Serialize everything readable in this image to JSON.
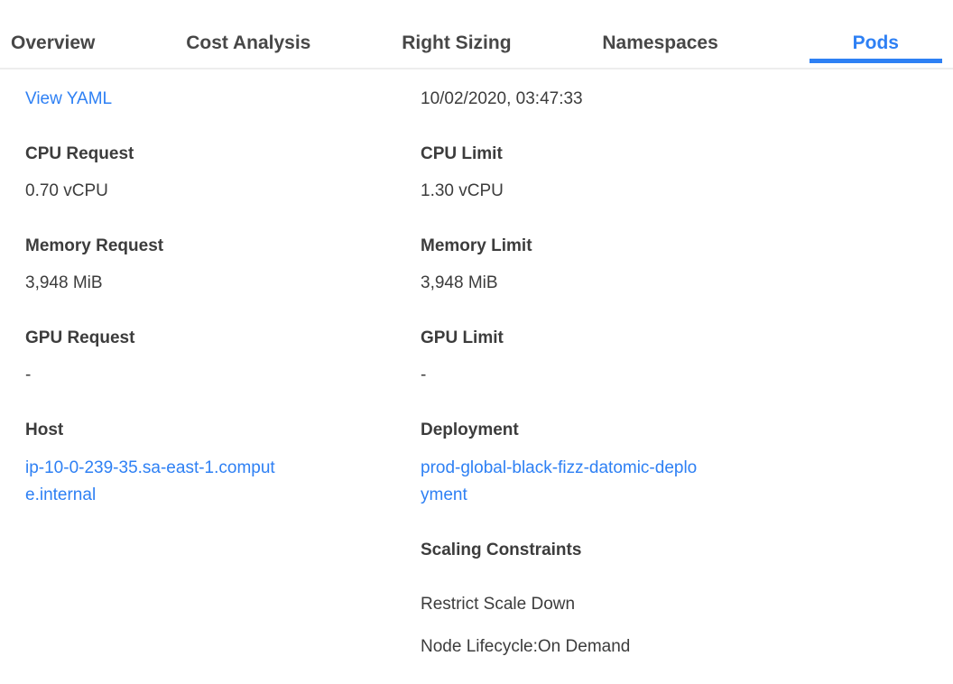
{
  "colors": {
    "accent": "#2e80f4",
    "text": "#3c3c3c",
    "tab_text": "#474747",
    "divider": "#ededed"
  },
  "tabs": [
    {
      "label": "Overview",
      "active": false
    },
    {
      "label": "Cost Analysis",
      "active": false
    },
    {
      "label": "Right Sizing",
      "active": false
    },
    {
      "label": "Namespaces",
      "active": false
    },
    {
      "label": "Pods",
      "active": true
    }
  ],
  "active_tab": "Pods",
  "content": {
    "left": {
      "view_yaml": "View YAML",
      "cpu": {
        "label": "CPU Request",
        "value": "0.70 vCPU"
      },
      "memory": {
        "label": "Memory Request",
        "value": "3,948 MiB"
      },
      "gpu": {
        "label": "GPU Request",
        "value": "-"
      },
      "host": {
        "label": "Host",
        "value": "ip-10-0-239-35.sa-east-1.compute.internal"
      }
    },
    "right": {
      "timestamp": "10/02/2020, 03:47:33",
      "cpu": {
        "label": "CPU Limit",
        "value": "1.30 vCPU"
      },
      "memory": {
        "label": "Memory Limit",
        "value": "3,948 MiB"
      },
      "gpu": {
        "label": "GPU Limit",
        "value": "-"
      },
      "deployment": {
        "label": "Deployment",
        "value": "prod-global-black-fizz-datomic-deployment"
      },
      "scaling": {
        "label": "Scaling Constraints",
        "constraints": [
          "Restrict Scale Down",
          "Node Lifecycle:On Demand"
        ]
      }
    }
  }
}
